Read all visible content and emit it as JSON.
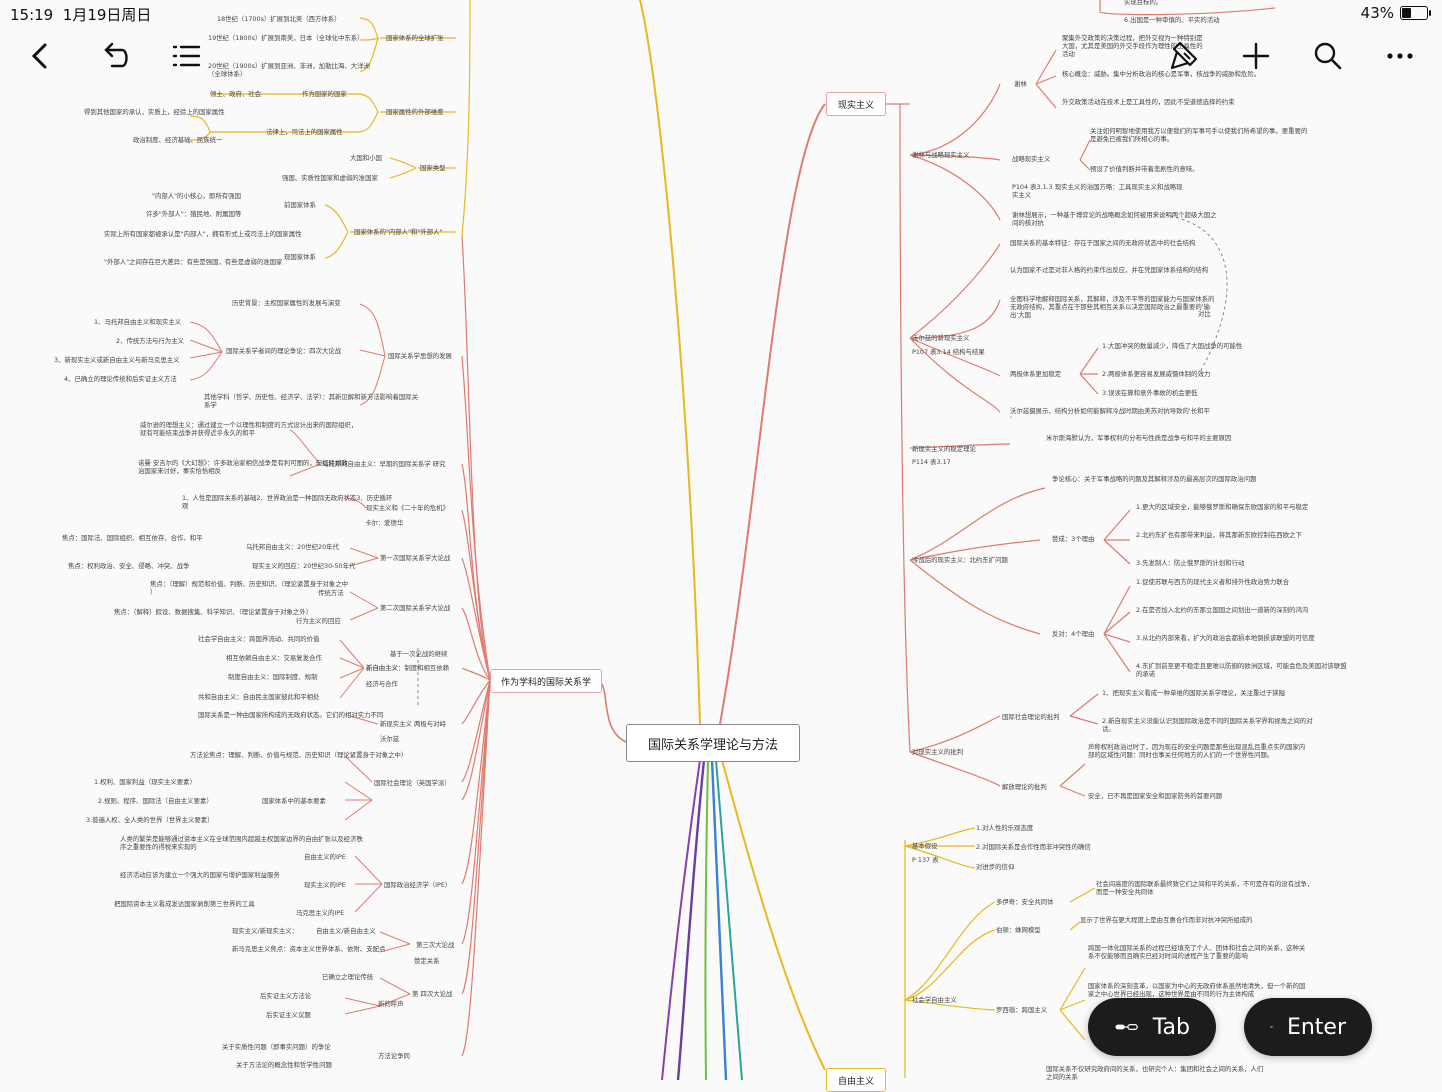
{
  "status_bar": {
    "time": "15:19",
    "date": "1月19日周日",
    "battery": "43%",
    "battery_level": 0.43
  },
  "toolbar": {
    "back_icon": "chevron-left-icon",
    "undo_icon": "undo-icon",
    "outline_icon": "list-icon",
    "style_icon": "paint-brush-icon",
    "add_icon": "plus-icon",
    "search_icon": "search-icon",
    "more_icon": "more-icon"
  },
  "root": {
    "title": "国际关系学理论与方法"
  },
  "main_nodes": {
    "left": "作为学科的国际关系学",
    "right_top": "现实主义",
    "right_bottom": "自由主义"
  },
  "left_nodes": [
    "国家体系的全球扩张",
    "国家属性的外部维度",
    "国家类型",
    "国家体系的\"内部人\"和\"外部人\"",
    "国际关系学思想的发展",
    "乌托邦的自由主义：早期的国际关系学 研究",
    "现实主义和《二十年的危机》",
    "第一次国际关系学大论战",
    "第二次国际关系学大论战",
    "新自由主义：制度和相互依赖",
    "新现实主义  两极与对峙",
    "国际社会理论（英国学派）",
    "国家体系中的基本要素",
    "国际政治经济学（IPE）",
    "第三次大论战",
    "第 四次大论战",
    "方法论争同"
  ],
  "left_leaves": [
    "18世纪（1700s）扩展到北美（西方体系）",
    "19世纪（1800s）扩展到南美，日本（全球化中东系）",
    "20世纪（1900s）扩展到亚洲、非洲，加勒比海、大洋洲（全球体系）",
    "领土、政府、社会",
    "作为国家的国家",
    "得到其他国家的承认，实质上，经验上的国家属性",
    "法律上，司法上的国家属性",
    "政治制度、经济基础、民族统一",
    "大国和小国",
    "强国、实质性国家和虚弱的准国家",
    "\"内部人\"的小核心，即所有强国",
    "许多\"外部人\"：殖民地、附属国等",
    "前国家体系",
    "实际上所有国家都被承认是\"内部人\"，拥有形式上或司法上的国家属性",
    "\"外部人\"之间存在巨大差异：有些是强国，有些是虚弱的准国家",
    "现国家体系",
    "历史背景：主权国家属性的发展与演变",
    "1、马托邦自由主义和现实主义",
    "2、传统方法与行为主义",
    "3、新现实主义或新自由主义与新马克思主义",
    "4、已确立的理论传统和后实证主义方法",
    "国际关系学者间的理论争论：四次大论战",
    "其他学科（哲学、历史性、经济学、法学）：其新见解和新方法影响着国际关系学",
    "威尔逊的理想主义：通过建立一个以理性和制度的方式设计出来的国际组织，就有可能结束战争并获得近乎永久的和平",
    "诺曼·安吉尔的《大幻想》：许多政治家相信战争是有利可图的，但经验却政治国家来讨好，事实恰恰相反",
    "1、人性是国际关系的基础2、世界政治是一种国际无政府状态3、历史循环观",
    "卡尔：爱德华",
    "焦点：国际法、国际组织、相互依存、合作、和平",
    "乌托邦自由主义：20世纪20年代",
    "焦点：权利政治、安全、侵略、冲突、战争",
    "现实主义的回应：20世纪30-50年代",
    "焦点：（理解）规范和价值、判断、历史知识、（理论紧置身于对象之中）",
    "传统方法",
    "焦点：（解释）假设、数据搜集、科学知识、（理论紧置身于对象之外）",
    "行为主义的回应",
    "社会学自由主义：跨国界流动、共同的价值",
    "相互依赖自由主义：交易复发合作",
    "制度自由主义：国际制度、规制",
    "共和自由主义：自由民主国家彼此和平相处",
    "基于一次论战的继续",
    "新自由主义",
    "经济与合作",
    "国际关系是一种由国家所构成的无政府状态。它们的相对实力不同",
    "沃尔兹",
    "方法论焦点：理解、判断、价值与规范、历史知识（理论紧置身于对象之中）",
    "1.权利、国家利益（现实主义要素）",
    "2.规则、程序、国际法（自由主义要素）",
    "3.普遍人权、全人类的世界（世界主义要素）",
    "人类的繁荣是能够通过资本主义在全球范围内超越主权国家边界的自由扩张以及经济秩序之重要性的得税来实现的",
    "自由主义的IPE",
    "经济活动应该为建立一个强大的国家与增护国家利益服务",
    "现实主义的IPE",
    "把国际资本主义看成发达国家剥削第三世界的工具",
    "马克思主义的IPE",
    "现实主义/新现实主义：",
    "自由主义/新自由主义",
    "新马克思主义焦点：资本主义世界体系、依附、支配点",
    "赞定关系",
    "已确立之理论传统",
    "后实证主义方法论",
    "后实证主义议题",
    "新的呼声",
    "关于实质性问题（即事实问题）的争论",
    "关于方法论的概念性和哲学性问题"
  ],
  "right_nodes": [
    "谢林与战略现实主义",
    "沃尔兹的新现实主义",
    "新现实主义的稳定理论",
    "冷战后的现实主义：北约东扩问题",
    "对现实主义的批判",
    "基本假设",
    "社会学自由主义"
  ],
  "right_leaves": [
    "实现目标的。",
    "6.出国是一种审慎的、平实的活动",
    "聚集外交政策的决策过程，把外交视为一种特别是大国，尤其是美国的外交手段作为理性的工具性的活动",
    "谢林",
    "核心概念：威胁。集中分析政治的核心是军事，核战争的威胁和危险。",
    "外交政策活动在技术上是工具性的，因此不受道德选择的约束",
    "关注如何明智地使用我方以便我们的军事可手以使我们所希望的事。要重要的是避免已被我们所相心的事。",
    "战略现实主义",
    "预设了价值判断并带着悲剧性的意味。",
    "P104 表3.1.3 现实主义的治国方略：工具现实主义和战略现实主义",
    "谢林想展示，一种基于博弈论的战略概念如何被用来说明两个超级大国之间的核对抗",
    "国际关系的基本特征：存在于国家之间的无政府状态中的社会结构",
    "认为国家不过是对非人格的约束作出反应，并在凭国家体系结构的结构",
    "全图科学地解释国际关系，其解释，涉及不平等的国家能力与国家体系的无政府结构，其重点在于那些其相互关系以决定国际政治之最重要的'输出'大国",
    "1.大国冲突的数量减少，降低了大国战争的可能性",
    "两极体系更加稳定",
    "2.两极体系更容易发展威慑体制的效力",
    "3.误读在算和意外事故的机会更低",
    "对比",
    "沃尔兹摄展示，结构分析如何能解释冷战时期由美苏对抗导致的'长和平'",
    "P107 表3.14 结构与结果",
    "米尔斯海默认为，军事权利的分布与性质是战争与和平的主要原因",
    "P114 表3.17",
    "争论核心：关于军事战略的问题及其解释涉及的最高层次的国际政治问题",
    "赞成：3个理由",
    "1.更大的区域安全，能够俄罗斯和确保东欧国家的和平与稳定",
    "2.北约东扩也有那带来利益，将其那新东欧控制在西欧之下",
    "3.先发制人：防止俄罗斯的计划和行动",
    "反对：4个理由",
    "1.促使苏联与西方的现代主义者和排外性政治势力联合",
    "2.在是否加入北约的东那立国国之间划出一道新的深刻的鸿沟",
    "3.从北约内部来看，扩大的政治会都损本地倒损该联盟的可信度",
    "4.东扩到前至更不稳定且更难以防御的欧洲区域，可能会危及美国对该联盟的承诺",
    "国际社会理论的批判",
    "1、把现实主义看成一种单维的国际关系学理论，关注重过于狭隘",
    "2.新自现实主义没能认识到国际政治是不同的国际关系学界和视角之间的对话。",
    "解放理论的批判",
    "声称权利政治过时了，因为现在的安全问题是那些出现混乱且重点实的国家内部的区域性问题：同时也事关任何地方的人们的一个世界性问题。",
    "安全，已不再是国家安全和国家防务的首要问题",
    "1.对人性的乐观态度",
    "2.对国际关系是合作性而非冲突性的确信",
    "对进步的信仰",
    "P 137 表",
    "社会间高度的国际联系最终致它们之间和平的关系，不可是存有的没有战争，而是一种安全共同体",
    "多伊奇：安全共同体",
    "显示了世界在更大程度上是由互惠合作而非对抗冲突所组成的",
    "伯顿：蛛网模型",
    "跨国一体化国际关系的过程已经填充了个人、团体和社会之间的关系，这种关系不仅能够而且确实已经对时间的进程产生了重要的影响",
    "罗西瑙：跨国主义",
    "国家体系的深刻变革，以国家为中心的无政府体系虽然地清失，但一个新的国家之中心世界已经出现，这种世界是由不同的行为主体构成",
    "国际关系不仅研究政府间的关系，也研究个人：集团和社会之间的关系，人们之间的关系"
  ],
  "keyboard_bar": {
    "tab_label": "Tab",
    "enter_label": "Enter"
  },
  "colors": {
    "left_branch": "#e07a6f",
    "gold_branch": "#e8b81e",
    "purple_branch": "#6a3da0",
    "blue_branch": "#3b7fd6",
    "teal_branch": "#28a59a",
    "green_branch": "#6fbf3f",
    "keyboard_bg": "#1c1c1e"
  }
}
